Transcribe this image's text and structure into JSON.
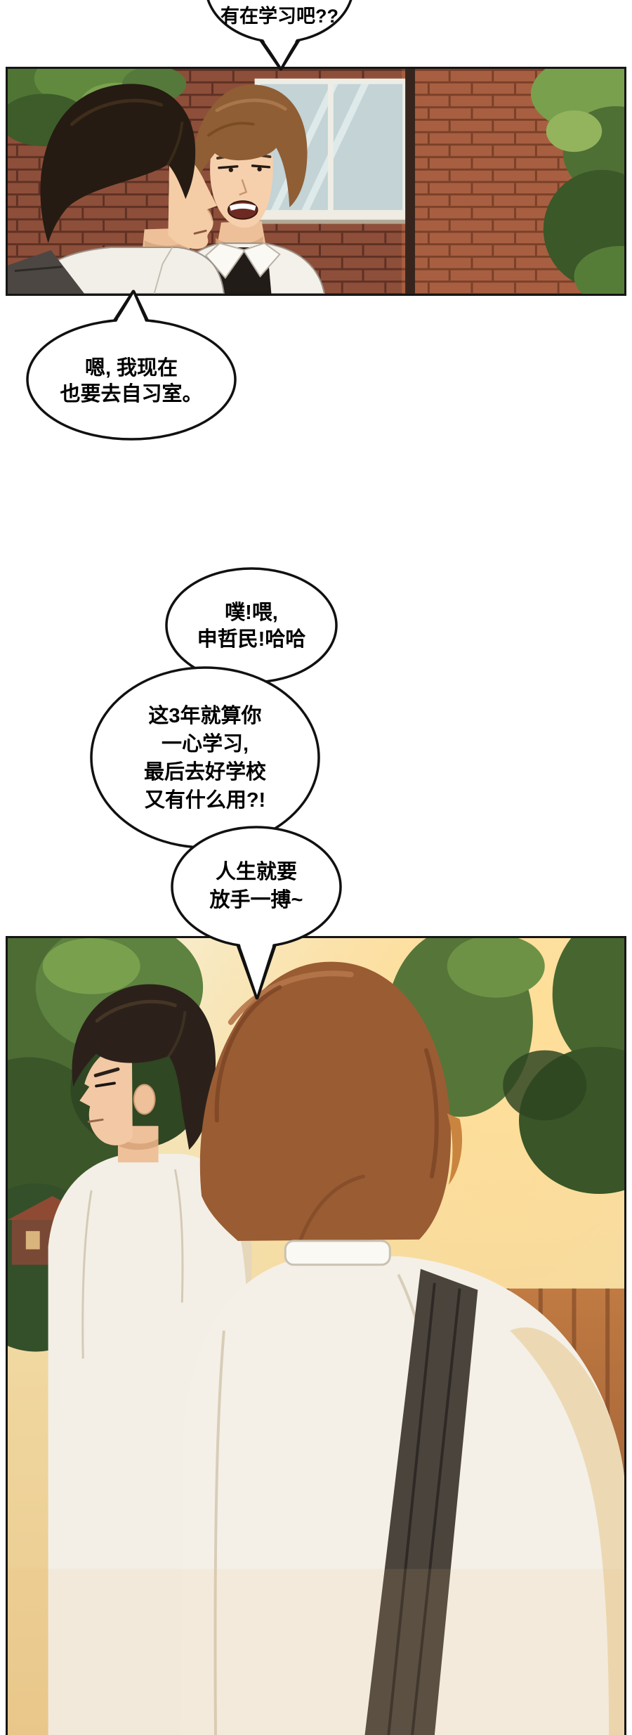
{
  "page": {
    "background": "#ffffff",
    "panel_border_color": "#161616"
  },
  "colors": {
    "bubble_fill": "#ffffff",
    "bubble_stroke": "#111111",
    "text": "#000000",
    "brick_left": "#8e4f3a",
    "brick_right": "#a85f41",
    "foliage_dark": "#3d5c2a",
    "foliage_light": "#7ba24e",
    "sunset_sky": "#f4e0ad",
    "sunset_glow": "#ffd98e",
    "hair_protagonist": "#251b12",
    "hair_friend": "#9a5c33",
    "skin": "#f4cda7",
    "shirt": "#f3efe6",
    "strap": "#4b443d"
  },
  "bubbles": {
    "top": {
      "lines": [
        "有在学习吧??"
      ]
    },
    "reply": {
      "lines": [
        "嗯, 我现在",
        "也要去自习室。"
      ]
    },
    "laugh": {
      "lines": [
        "噗!喂,",
        "申哲民!哈哈"
      ]
    },
    "argument": {
      "lines": [
        "这3年就算你",
        "一心学习,",
        "最后去好学校",
        "又有什么用?!"
      ]
    },
    "life": {
      "lines": [
        "人生就要",
        "放手一搏~"
      ]
    }
  },
  "panels": [
    {
      "alt": "Two schoolboys by a brick wall with a window and green foliage; the brown-haired boy is talking"
    },
    {
      "alt": "Sunset street with trees; dark-haired boy glances sideways while the brown-haired friend stands in the foreground seen from behind"
    }
  ]
}
